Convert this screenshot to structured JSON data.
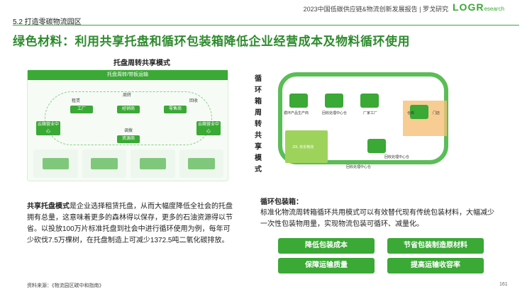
{
  "header": {
    "report_title": "2023中国低碳供应链&物流创新发展报告 | 罗戈研究",
    "logo_main": "LOGR",
    "logo_sub": "esearch"
  },
  "section_label": "5.2 打造零碳物流园区",
  "main_title": "绿色材料：利用共享托盘和循环包装箱降低企业经营成本及物料循环使用",
  "pallet_diagram": {
    "title": "托盘周转共享模式",
    "banner": "托盘周转/带板运输",
    "nodes": [
      "工厂",
      "经销商",
      "零售商",
      "云箱营业中心",
      "云箱营业中心",
      "资源商"
    ],
    "labels": [
      "租赁",
      "周转",
      "回收",
      "调拨"
    ]
  },
  "vertical_label": [
    "循",
    "环",
    "箱",
    "周",
    "转",
    "共",
    "享",
    "模",
    "式"
  ],
  "cycle_diagram": {
    "labels": [
      "循环产品生产商",
      "回收处理中心仓",
      "厂家工厂",
      "仓库",
      "门店",
      "回收处理中心仓",
      "回收处理中心仓"
    ],
    "crate_text": "JDL 京东物流"
  },
  "left_text": {
    "lead": "共享托盘模式",
    "body": "是企业选择租赁托盘，从而大幅度降低全社会的托盘拥有总量，这意味着更多的森林得以保存，更多的石油资源得以节省。以投放100万片标准托盘到社会中进行循环使用为例，每年可少砍伐7.5万棵树，在托盘制造上可减少1372.5吨二氧化碳排放。"
  },
  "right_text": {
    "heading": "循环包装箱：",
    "body": "标准化物流周转箱循环共用模式可以有效替代现有传统包装材料，大幅减少一次性包装物用量，实现物流包装可循环、减量化。"
  },
  "benefits": [
    "降低包装成本",
    "节省包装制造原材料",
    "保障运输质量",
    "提高运输收容率"
  ],
  "footer": {
    "source": "资料来源：《物流园区碳中和指南》",
    "page": "161"
  }
}
